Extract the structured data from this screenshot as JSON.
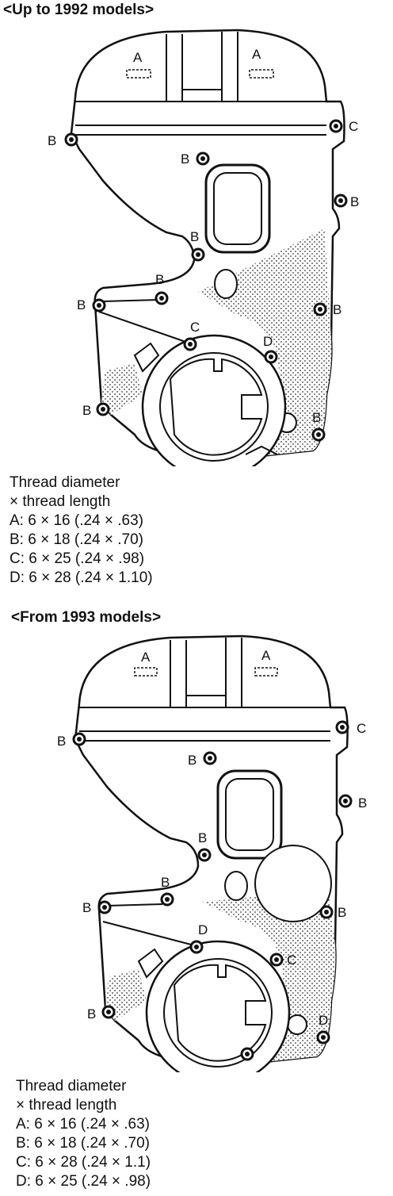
{
  "sections": [
    {
      "heading": "<Up to 1992 models>",
      "legend_title_1": "Thread diameter",
      "legend_title_2": "× thread length",
      "legend": [
        "A:  6 × 16 (.24 × .63)",
        "B:  6 × 18 (.24 × .70)",
        "C:  6 × 25 (.24 × .98)",
        "D:  6 × 28 (.24 × 1.10)"
      ],
      "labels": {
        "a_left": "A",
        "a_right": "A",
        "b1": "B",
        "b2": "B",
        "b3": "B",
        "b4": "B",
        "b5": "B",
        "b6": "B",
        "b7": "B",
        "b8": "B",
        "b9": "B",
        "c1": "C",
        "c2": "C",
        "d1": "D"
      }
    },
    {
      "heading": "<From 1993 models>",
      "legend_title_1": "Thread diameter",
      "legend_title_2": "× thread length",
      "legend": [
        "A:  6 × 16 (.24 × .63)",
        "B:  6 × 18 (.24 × .70)",
        "C:  6 × 28 (.24 × 1.1)",
        "D:  6 × 25 (.24 × .98)"
      ],
      "labels": {
        "a_left": "A",
        "a_right": "A",
        "b1": "B",
        "b2": "B",
        "b3": "B",
        "b4": "B",
        "b5": "B",
        "b6": "B",
        "b7": "B",
        "b8": "B",
        "c1": "C",
        "c2": "C",
        "d1": "D",
        "d2": "D"
      }
    }
  ]
}
